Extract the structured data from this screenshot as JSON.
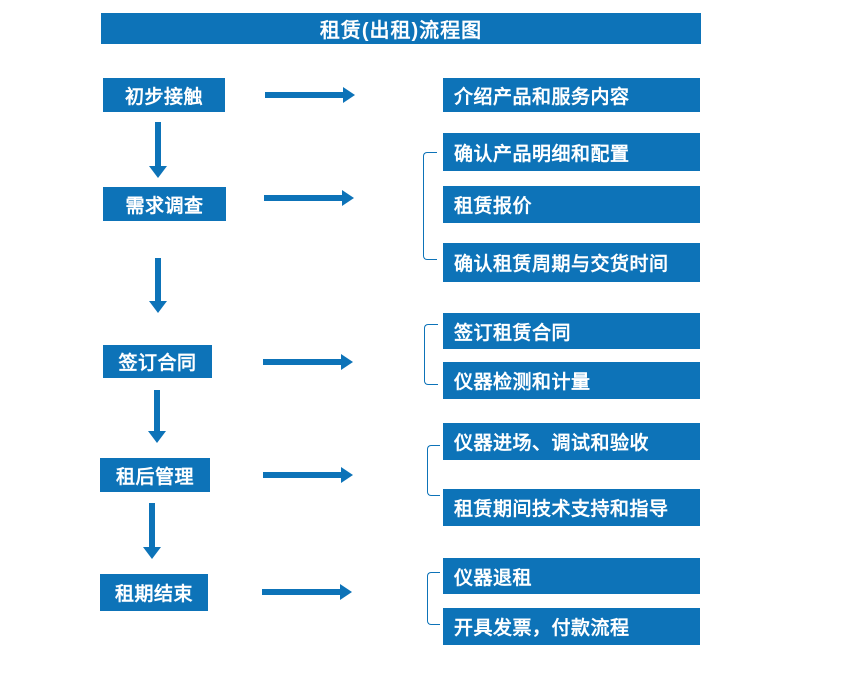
{
  "title": "租赁(出租)流程图",
  "colors": {
    "primary": "#0d73b8",
    "text_on_primary": "#ffffff",
    "background": "#ffffff"
  },
  "steps": [
    {
      "label": "初步接触",
      "details": [
        "介绍产品和服务内容"
      ]
    },
    {
      "label": "需求调查",
      "details": [
        "确认产品明细和配置",
        "租赁报价",
        "确认租赁周期与交货时间"
      ]
    },
    {
      "label": "签订合同",
      "details": [
        "签订租赁合同",
        "仪器检测和计量"
      ]
    },
    {
      "label": "租后管理",
      "details": [
        "仪器进场、调试和验收",
        "租赁期间技术支持和指导"
      ]
    },
    {
      "label": "租期结束",
      "details": [
        "仪器退租",
        "开具发票，付款流程"
      ]
    }
  ]
}
